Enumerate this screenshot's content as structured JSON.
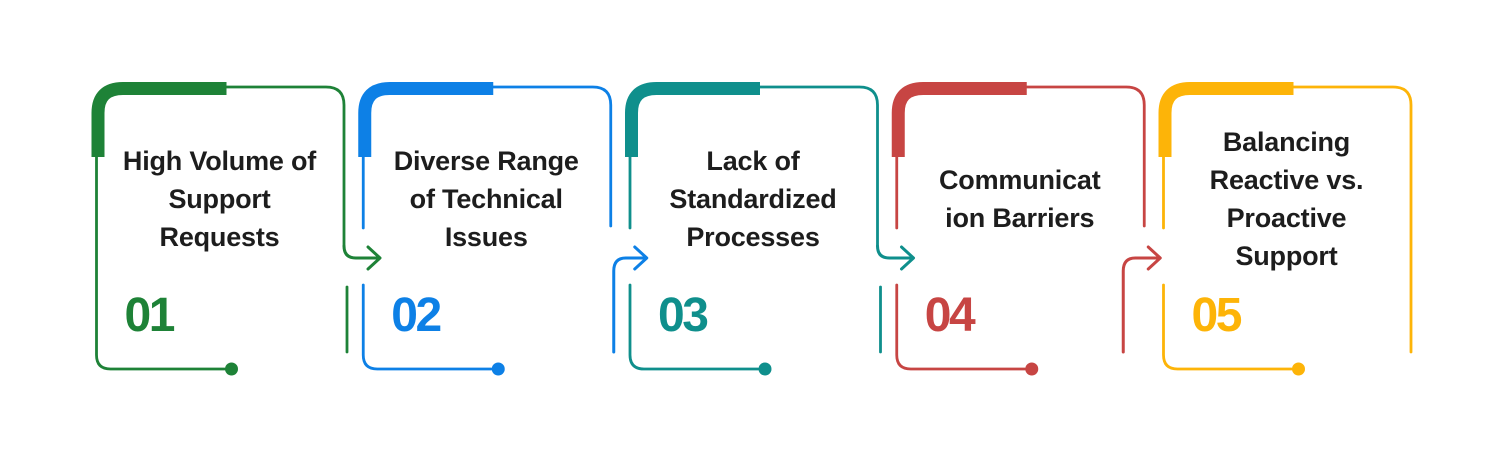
{
  "background_color": "#ffffff",
  "title_text_color": "#1d1d1d",
  "steps": [
    {
      "number": "01",
      "title": "High Volume of\nSupport\nRequests",
      "color": "#1E8237"
    },
    {
      "number": "02",
      "title": "Diverse Range\nof Technical\nIssues",
      "color": "#0D80E6"
    },
    {
      "number": "03",
      "title": "Lack of\nStandardized\nProcesses",
      "color": "#0F8F8C"
    },
    {
      "number": "04",
      "title": "Communicat\nion Barriers",
      "color": "#C74543"
    },
    {
      "number": "05",
      "title": "Balancing\nReactive vs.\nProactive\nSupport",
      "color": "#FDB408"
    }
  ]
}
